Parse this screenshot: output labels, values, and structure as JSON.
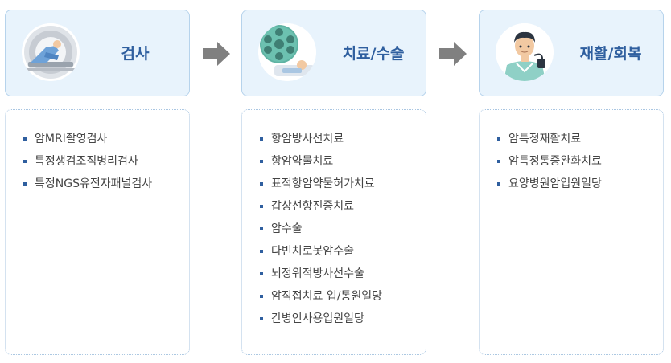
{
  "steps": [
    {
      "title": "검사",
      "icon": "mri-scanner-icon",
      "items": [
        "암MRI촬영검사",
        "특정생검조직병리검사",
        "특정NGS유전자패널검사"
      ]
    },
    {
      "title": "치료/수술",
      "icon": "surgery-light-icon",
      "items": [
        "항암방사선치료",
        "항암약물치료",
        "표적항암약물허가치료",
        "갑상선항진증치료",
        "암수술",
        "다빈치로봇암수술",
        "뇌정위적방사선수술",
        "암직접치료 입/통원일당",
        "간병인사용입원일당"
      ]
    },
    {
      "title": "재활/회복",
      "icon": "patient-recovery-icon",
      "items": [
        "암특정재활치료",
        "암특정통증완화치료",
        "요양병원암입원일당"
      ]
    }
  ],
  "colors": {
    "header_bg": "#e8f3fc",
    "header_border": "#b6d3ec",
    "title_text": "#2f5f9f",
    "arrow": "#808080",
    "bullet": "#2f5f9f"
  }
}
